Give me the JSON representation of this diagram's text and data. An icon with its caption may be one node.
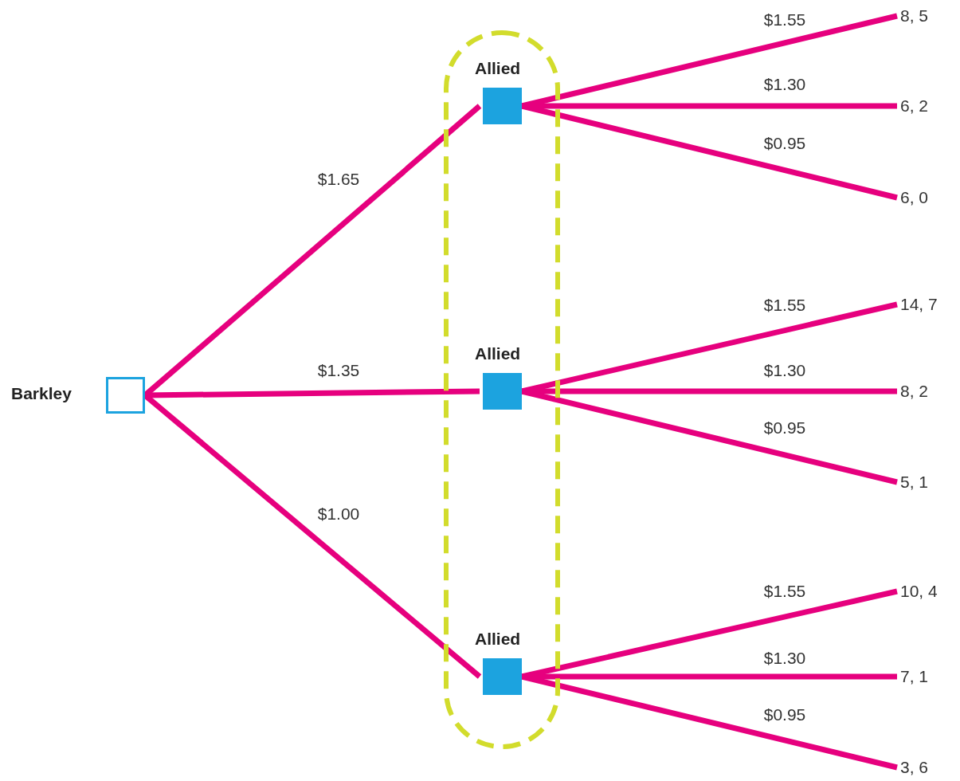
{
  "diagram": {
    "nodes": [
      {
        "text": [
          "Barkley"
        ]
      },
      {
        "text": [],
        "shape": "oval"
      },
      {
        "text": [
          "Allied"
        ],
        "in": 1
      },
      {
        "text": [
          "Allied"
        ],
        "in": 1
      },
      {
        "text": [
          "Allied"
        ],
        "in": 1
      },
      {
        "text": [
          "8, 5"
        ]
      },
      {
        "text": [
          "6, 2"
        ]
      },
      {
        "text": [
          "6, 0"
        ]
      },
      {
        "text": [
          "14, 7"
        ]
      },
      {
        "text": [
          "8, 2"
        ]
      },
      {
        "text": [
          "5, 1"
        ]
      },
      {
        "text": [
          "10, 4"
        ]
      },
      {
        "text": [
          "7, 1"
        ]
      },
      {
        "text": [
          "3, 6"
        ]
      }
    ],
    "edges": [
      {
        "from": 0,
        "to": 2,
        "arrow": "none",
        "label": "$1.65"
      },
      {
        "from": 0,
        "to": 3,
        "arrow": "none",
        "label": "$1.35"
      },
      {
        "from": 0,
        "to": 4,
        "arrow": "none",
        "label": "$1.00"
      },
      {
        "from": 2,
        "to": 5,
        "arrow": "none",
        "label": "$1.55"
      },
      {
        "from": 2,
        "to": 6,
        "arrow": "none",
        "label": "$1.30"
      },
      {
        "from": 2,
        "to": 7,
        "arrow": "none",
        "label": "$0.95"
      },
      {
        "from": 3,
        "to": 8,
        "arrow": "none",
        "label": "$1.55"
      },
      {
        "from": 3,
        "to": 9,
        "arrow": "none",
        "label": "$1.30"
      },
      {
        "from": 3,
        "to": 10,
        "arrow": "none",
        "label": "$0.95"
      },
      {
        "from": 4,
        "to": 11,
        "arrow": "none",
        "label": "$1.55"
      },
      {
        "from": 4,
        "to": 12,
        "arrow": "none",
        "label": "$1.30"
      },
      {
        "from": 4,
        "to": 13,
        "arrow": "none",
        "label": "$0.95"
      }
    ]
  }
}
